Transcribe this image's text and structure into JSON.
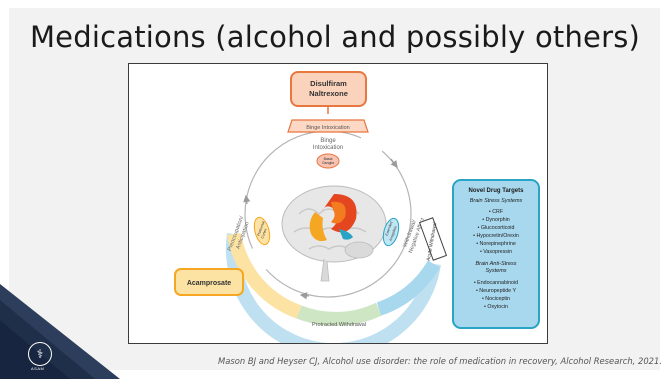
{
  "slide": {
    "title": "Medications (alcohol and possibly others)",
    "citation": "Mason BJ and Heyser CJ, Alcohol use disorder: the role of medication in recovery, Alcohol Research, 2021."
  },
  "diagram": {
    "top_meds": [
      "Disulfiram",
      "Naltrexone"
    ],
    "left_med": "Acamprosate",
    "stage_binge": "Binge Intoxication",
    "stage_withdrawal": "Acute Withdrawal",
    "stage_protracted": "Protracted Withdrawal",
    "inner_binge": [
      "Binge",
      "Intoxication"
    ],
    "inner_withdrawal": [
      "Withdrawal/",
      "Negative Affect"
    ],
    "inner_preoccupation": [
      "Preoccupation/",
      "Anticipation"
    ],
    "region_basal": [
      "Basal",
      "Ganglia"
    ],
    "region_extended": [
      "Extended",
      "Amygdala"
    ],
    "region_prefrontal": [
      "Prefrontal",
      "Cortex"
    ],
    "novel": {
      "heading": "Novel Drug Targets",
      "stress_heading": "Brain Stress Systems",
      "stress_items": [
        "• CRF",
        "• Dynorphin",
        "• Glucocorticoid",
        "• Hypocretin/Orexin",
        "• Norepinephrine",
        "• Vasopressin"
      ],
      "anti_heading": [
        "Brain Anti-Stress",
        "Systems"
      ],
      "anti_items": [
        "• Endocannabinoid",
        "• Neuropeptide Y",
        "• Nociceptin",
        "• Oxytocin"
      ]
    }
  },
  "logo": {
    "label": "ASAM"
  }
}
